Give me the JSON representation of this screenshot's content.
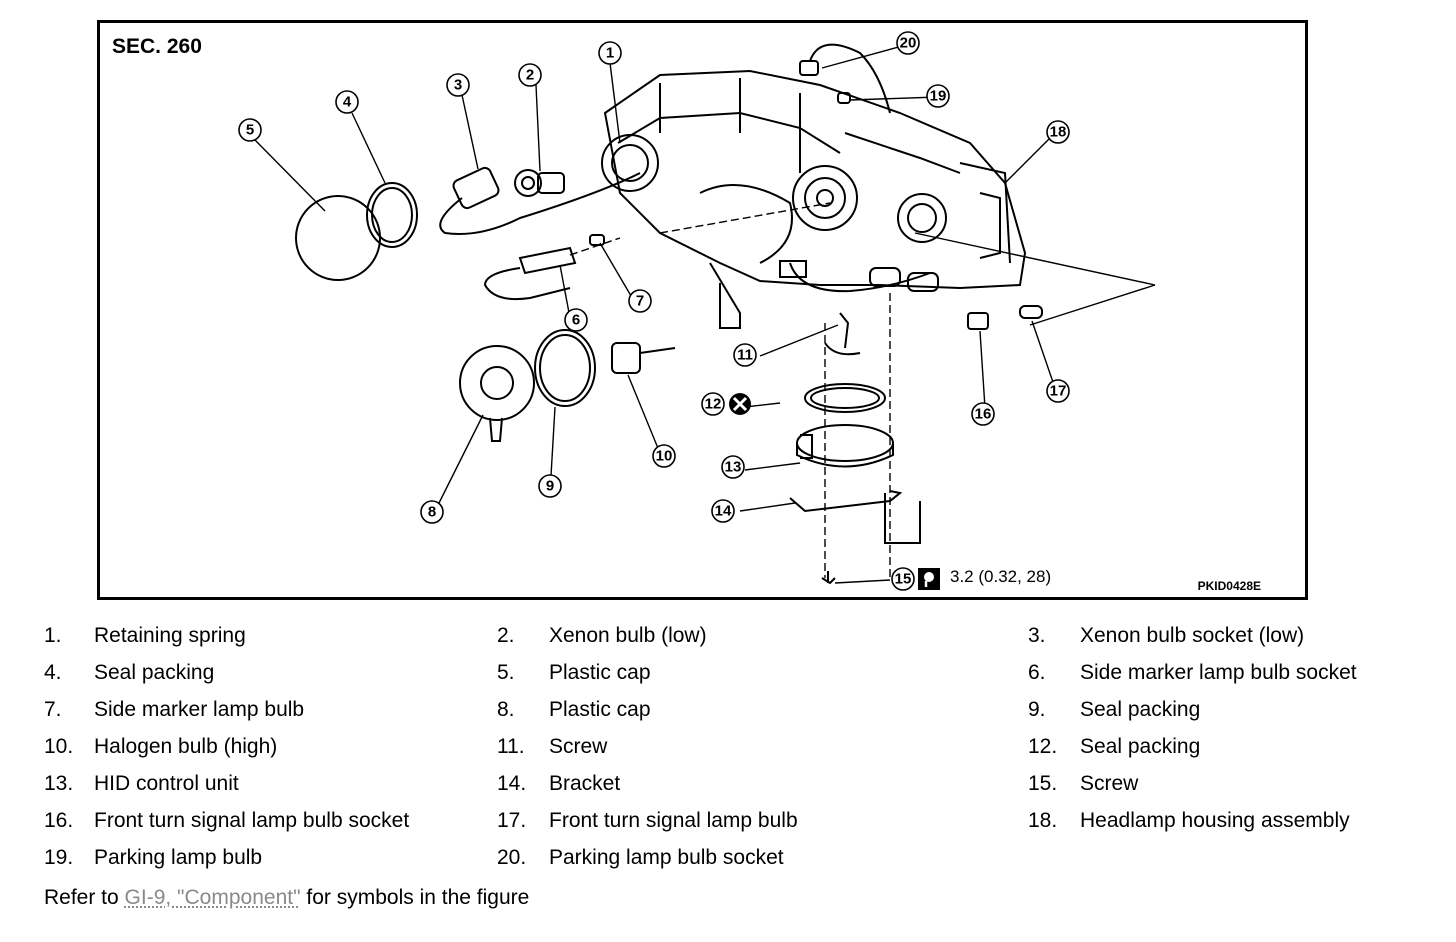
{
  "diagram": {
    "section_label": "SEC. 260",
    "figure_code": "PKID0428E",
    "torque_value": "3.2 (0.32, 28)",
    "callouts": [
      "1",
      "2",
      "3",
      "4",
      "5",
      "6",
      "7",
      "8",
      "9",
      "10",
      "11",
      "12",
      "13",
      "14",
      "15",
      "16",
      "17",
      "18",
      "19",
      "20"
    ]
  },
  "legend": {
    "rows": [
      [
        {
          "num": "1.",
          "label": "Retaining spring"
        },
        {
          "num": "2.",
          "label": "Xenon bulb (low)"
        },
        {
          "num": "3.",
          "label": "Xenon bulb socket (low)"
        }
      ],
      [
        {
          "num": "4.",
          "label": "Seal packing"
        },
        {
          "num": "5.",
          "label": "Plastic cap"
        },
        {
          "num": "6.",
          "label": "Side marker lamp bulb socket"
        }
      ],
      [
        {
          "num": "7.",
          "label": "Side marker lamp bulb"
        },
        {
          "num": "8.",
          "label": "Plastic cap"
        },
        {
          "num": "9.",
          "label": "Seal packing"
        }
      ],
      [
        {
          "num": "10.",
          "label": "Halogen bulb (high)"
        },
        {
          "num": "11.",
          "label": "Screw"
        },
        {
          "num": "12.",
          "label": "Seal packing"
        }
      ],
      [
        {
          "num": "13.",
          "label": "HID control unit"
        },
        {
          "num": "14.",
          "label": "Bracket"
        },
        {
          "num": "15.",
          "label": "Screw"
        }
      ],
      [
        {
          "num": "16.",
          "label": "Front turn signal lamp bulb socket"
        },
        {
          "num": "17.",
          "label": "Front turn signal lamp bulb"
        },
        {
          "num": "18.",
          "label": "Headlamp housing assembly"
        }
      ],
      [
        {
          "num": "19.",
          "label": "Parking lamp bulb"
        },
        {
          "num": "20.",
          "label": "Parking lamp bulb socket"
        }
      ]
    ]
  },
  "footnote": {
    "prefix": "Refer to ",
    "link_text": "GI-9, \"Component\"",
    "suffix": " for symbols in the figure"
  },
  "colors": {
    "line": "#000000",
    "link": "#8a8a8a"
  }
}
